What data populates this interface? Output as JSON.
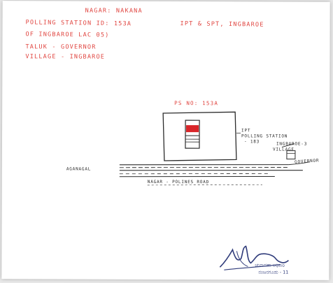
{
  "header": {
    "line1": "NAGAR: NAKANA",
    "line2_left": "POLLING STATION ID: 153A",
    "line2_right": "IPT & SPT, INGBAROE",
    "line3": "OF INGBAROE LAC 05)",
    "line4": "TALUK - GOVERNOR",
    "line5": "VILLAGE - INGBAROE"
  },
  "sketch": {
    "ps_label": "PS NO: 153A",
    "school_label_line1": "IPT",
    "school_label_line2": "POLLING STATION",
    "school_label_line3": "- 183",
    "village_label_line1": "INGBAROE-3",
    "village_label_line2": "VILLAGE",
    "road_left": "AGANAGAL",
    "road_right": "GOVERNOR",
    "road_label": "NAGAR - POLINES ROAD"
  },
  "signature": {
    "caption_line1": "ಚುನಾವಣಾ ಅಧಿಕಾರಿ",
    "caption_line2": "ನಂಜನಗೂಡು - 11"
  },
  "colors": {
    "ink_red": "#e0443f",
    "ink_dark": "#2b2b2b",
    "ink_blue": "#2f3b7a",
    "marker_red": "#d9262a"
  }
}
